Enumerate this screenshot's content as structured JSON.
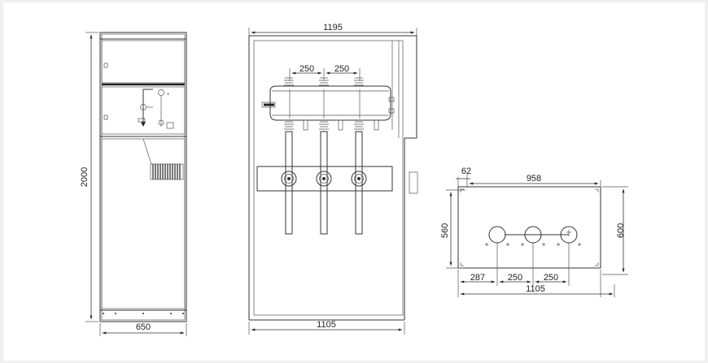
{
  "front_view": {
    "height_label": "2000",
    "width_label": "650"
  },
  "side_view": {
    "total_width_label": "1195",
    "depth_label": "1105",
    "pole_pitch_left_label": "250",
    "pole_pitch_right_label": "250"
  },
  "floor_plan": {
    "offset_label": "62",
    "length_label": "958",
    "inner_height_label": "560",
    "outer_height_label": "600",
    "edge_to_hole_label": "287",
    "hole_pitch_left_label": "250",
    "hole_pitch_right_label": "250",
    "total_length_label": "1105"
  }
}
